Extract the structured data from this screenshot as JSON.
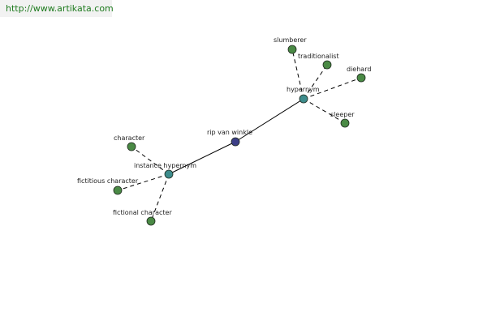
{
  "header": {
    "site_url": "http://www.artikata.com"
  },
  "colors": {
    "center": "#3c3f87",
    "hub": "#3d8c8c",
    "leaf": "#4a8a45"
  },
  "graph": {
    "center": {
      "label": "rip van winkle"
    },
    "hubs": {
      "hypernym": {
        "label": "hypernym"
      },
      "instance_hypernym": {
        "label": "instance hypernym"
      }
    },
    "leaves": {
      "slumberer": "slumberer",
      "traditionalist": "traditionalist",
      "diehard": "diehard",
      "sleeper": "sleeper",
      "character": "character",
      "fictitious_character": "fictitious character",
      "fictional_character": "fictional character"
    }
  }
}
